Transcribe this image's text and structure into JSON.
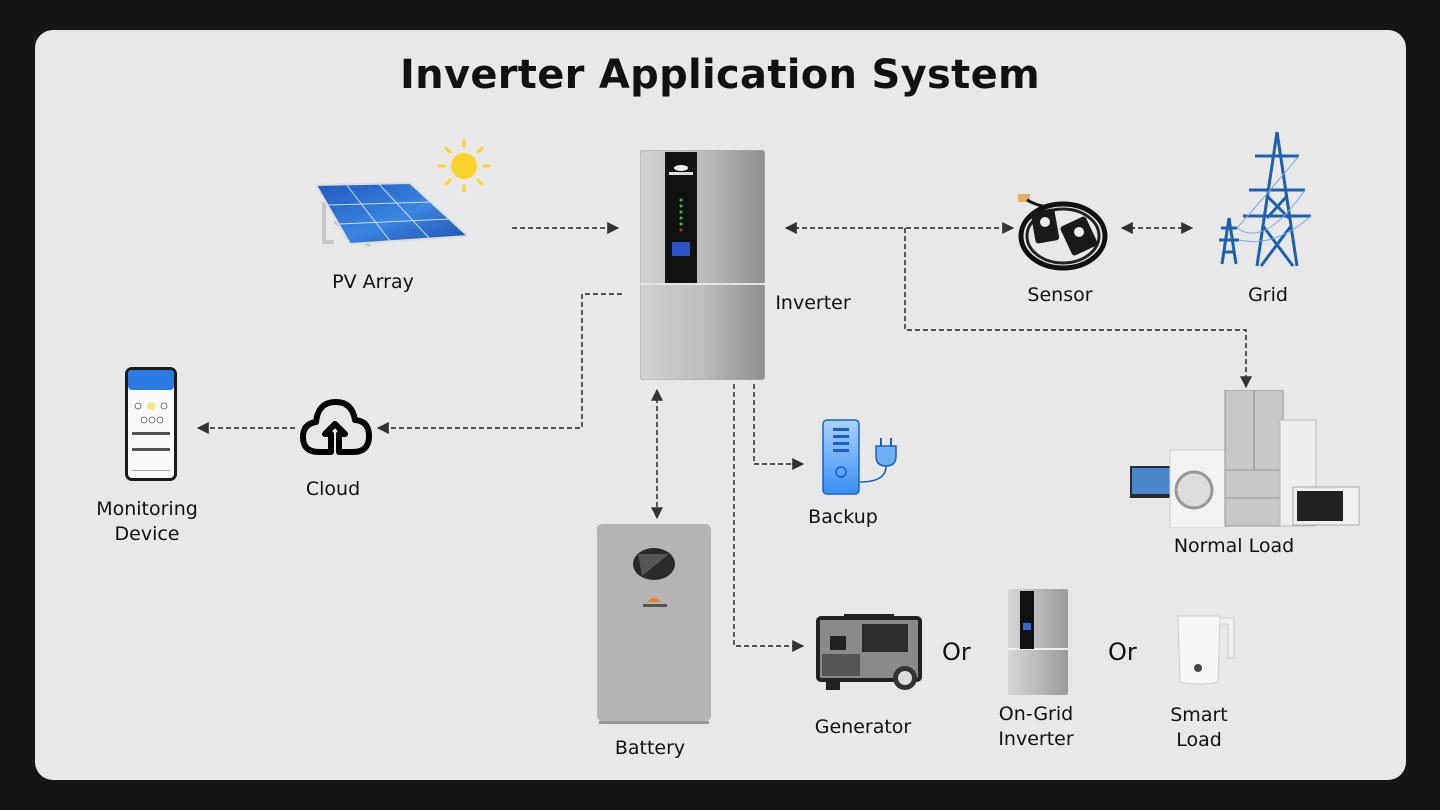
{
  "title": "Inverter Application System",
  "nodes": {
    "pv_array": "PV Array",
    "inverter": "Inverter",
    "sensor": "Sensor",
    "grid": "Grid",
    "monitoring_device_line1": "Monitoring",
    "monitoring_device_line2": "Device",
    "cloud": "Cloud",
    "backup": "Backup",
    "normal_load": "Normal Load",
    "battery": "Battery",
    "generator": "Generator",
    "on_grid_inverter_line1": "On-Grid",
    "on_grid_inverter_line2": "Inverter",
    "smart_load_line1": "Smart",
    "smart_load_line2": "Load"
  },
  "alternatives_separator": "Or",
  "connections": [
    {
      "from": "PV Array",
      "to": "Inverter",
      "direction": "one-way"
    },
    {
      "from": "Inverter",
      "to": "Sensor",
      "direction": "two-way"
    },
    {
      "from": "Sensor",
      "to": "Grid",
      "direction": "two-way"
    },
    {
      "from": "Inverter",
      "to": "Normal Load",
      "direction": "one-way"
    },
    {
      "from": "Inverter",
      "to": "Cloud",
      "direction": "one-way"
    },
    {
      "from": "Cloud",
      "to": "Monitoring Device",
      "direction": "one-way"
    },
    {
      "from": "Inverter",
      "to": "Battery",
      "direction": "two-way"
    },
    {
      "from": "Inverter",
      "to": "Backup",
      "direction": "one-way"
    },
    {
      "from": "Inverter",
      "to": "Generator / On-Grid Inverter / Smart Load",
      "direction": "one-way"
    }
  ],
  "colors": {
    "background": "#141517",
    "panel": "#e8e8e8",
    "connector": "#222222",
    "sun": "#fcd22c",
    "solar_blue": "#2f6fd0",
    "grid_blue": "#1f5fb0",
    "backup_blue": "#3a8ef0"
  }
}
